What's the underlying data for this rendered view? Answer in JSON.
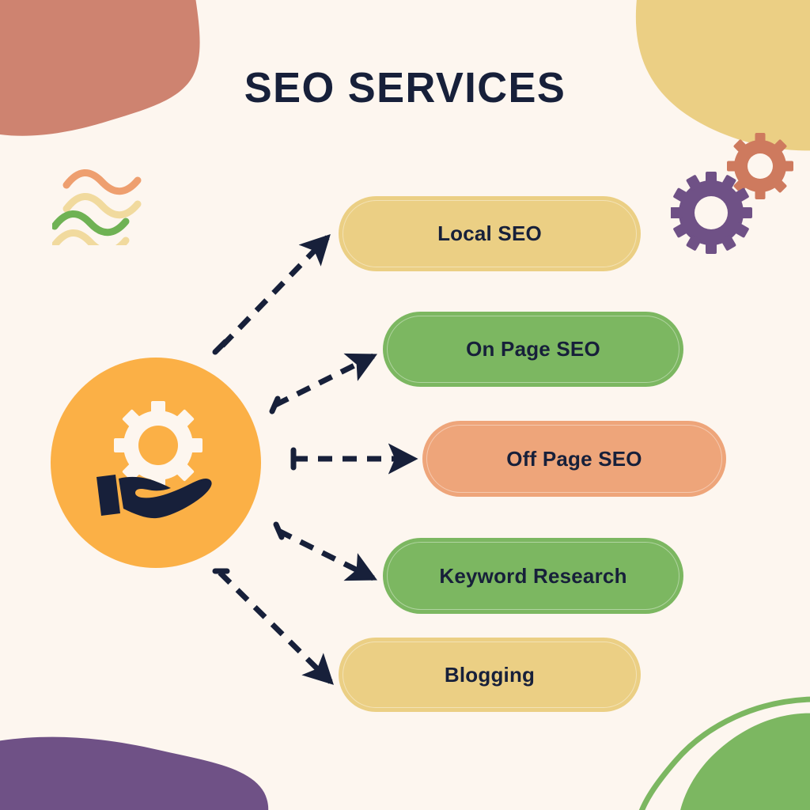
{
  "page": {
    "title": "SEO SERVICES",
    "background_color": "#FDF6EF",
    "text_color": "#17203A"
  },
  "center": {
    "icon_name": "hand-holding-gear-icon",
    "circle_color": "#FBB046",
    "gear_color": "#FDF6EF",
    "hand_color": "#17203A"
  },
  "services": [
    {
      "label": "Local SEO",
      "color": "#EBCF84",
      "arrow": "diagonal-up"
    },
    {
      "label": "On Page SEO",
      "color": "#7CB761",
      "arrow": "diagonal-up-shallow"
    },
    {
      "label": "Off Page SEO",
      "color": "#EEA57A",
      "arrow": "horizontal"
    },
    {
      "label": "Keyword Research",
      "color": "#7CB761",
      "arrow": "diagonal-down-shallow"
    },
    {
      "label": "Blogging",
      "color": "#EBCF84",
      "arrow": "diagonal-down"
    }
  ],
  "arrows": {
    "color": "#17203A",
    "style": "dashed",
    "start_cap": "t-bar",
    "end_cap": "arrowhead"
  },
  "decorations": {
    "blob_top_left_color": "#CE8370",
    "blob_top_right_color": "#EBCF84",
    "blob_bottom_left_color": "#6F5186",
    "blob_bottom_right_color": "#7CB761",
    "gear_large_color": "#6F5186",
    "gear_small_color": "#CE7A5E",
    "squiggle_colors": [
      "#EE9F6F",
      "#F1DA9E",
      "#6FB254",
      "#F1DA9E"
    ],
    "gear_large_name": "decorative-gear-large-icon",
    "gear_small_name": "decorative-gear-small-icon"
  }
}
